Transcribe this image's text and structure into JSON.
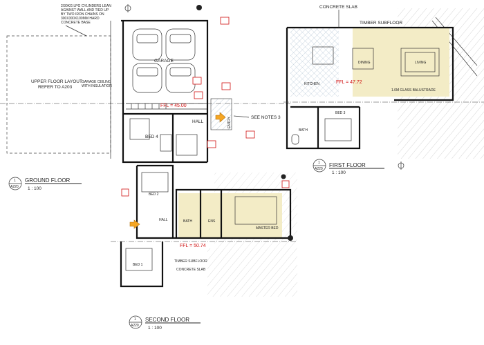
{
  "notes": {
    "lpg_lines": [
      "2/30KG LPG CYLINDERS LEAN",
      "AGAINST WALL AND TIED UP",
      "BY TWO IRON CHAINS ON",
      "300X300X100MM HARD",
      "CONCRETE BASE"
    ]
  },
  "ground": {
    "upper_floor_note": [
      "UPPER FLOOR LAYOUT",
      "REFER TO A203"
    ],
    "garage_label": "GARAGE",
    "garage_ceiling_note": [
      "GARAGE CEILING",
      "WITH INSULATION"
    ],
    "ffl": "FFL = 45.00",
    "hall_label": "HALL",
    "bed_label": "BED 4",
    "see_notes": "SEE NOTES 3",
    "entry_label": "ENTRY",
    "title": "GROUND FLOOR",
    "scale": "1 : 100",
    "ref_num": "1",
    "ref_sheet": "A220"
  },
  "first": {
    "concrete_slab": "CONCRETE SLAB",
    "timber_subfloor": "TIMBER SUBFLOOR",
    "kitchen": "KITCHEN",
    "dining": "DINING",
    "living": "LIVING",
    "ffl": "FFL = 47.72",
    "balustrade": "1.0M GLASS BALUSTRADE",
    "bed3": "BED 3",
    "bath": "BATH",
    "title": "FIRST FLOOR",
    "scale": "1 : 100",
    "ref_num": "1",
    "ref_sheet": "A220"
  },
  "second": {
    "bed2": "BED 2",
    "hall": "HALL",
    "bath": "BATH",
    "ens": "ENS",
    "master_bed": "MASTER BED",
    "ffl": "FFL = 50.74",
    "bed1": "BED 1",
    "timber_subfloor": "TIMBER SUBFLOOR",
    "concrete_slab": "CONCRETE SLAB",
    "title": "SECOND FLOOR",
    "scale": "1 : 100",
    "ref_num": "1",
    "ref_sheet": "A220"
  },
  "colors": {
    "wet_area": "#f3ecc6",
    "slab_hatch": "#d7e4f0",
    "ffl_red": "#d01010",
    "entry_arrow": "#f5a623"
  }
}
